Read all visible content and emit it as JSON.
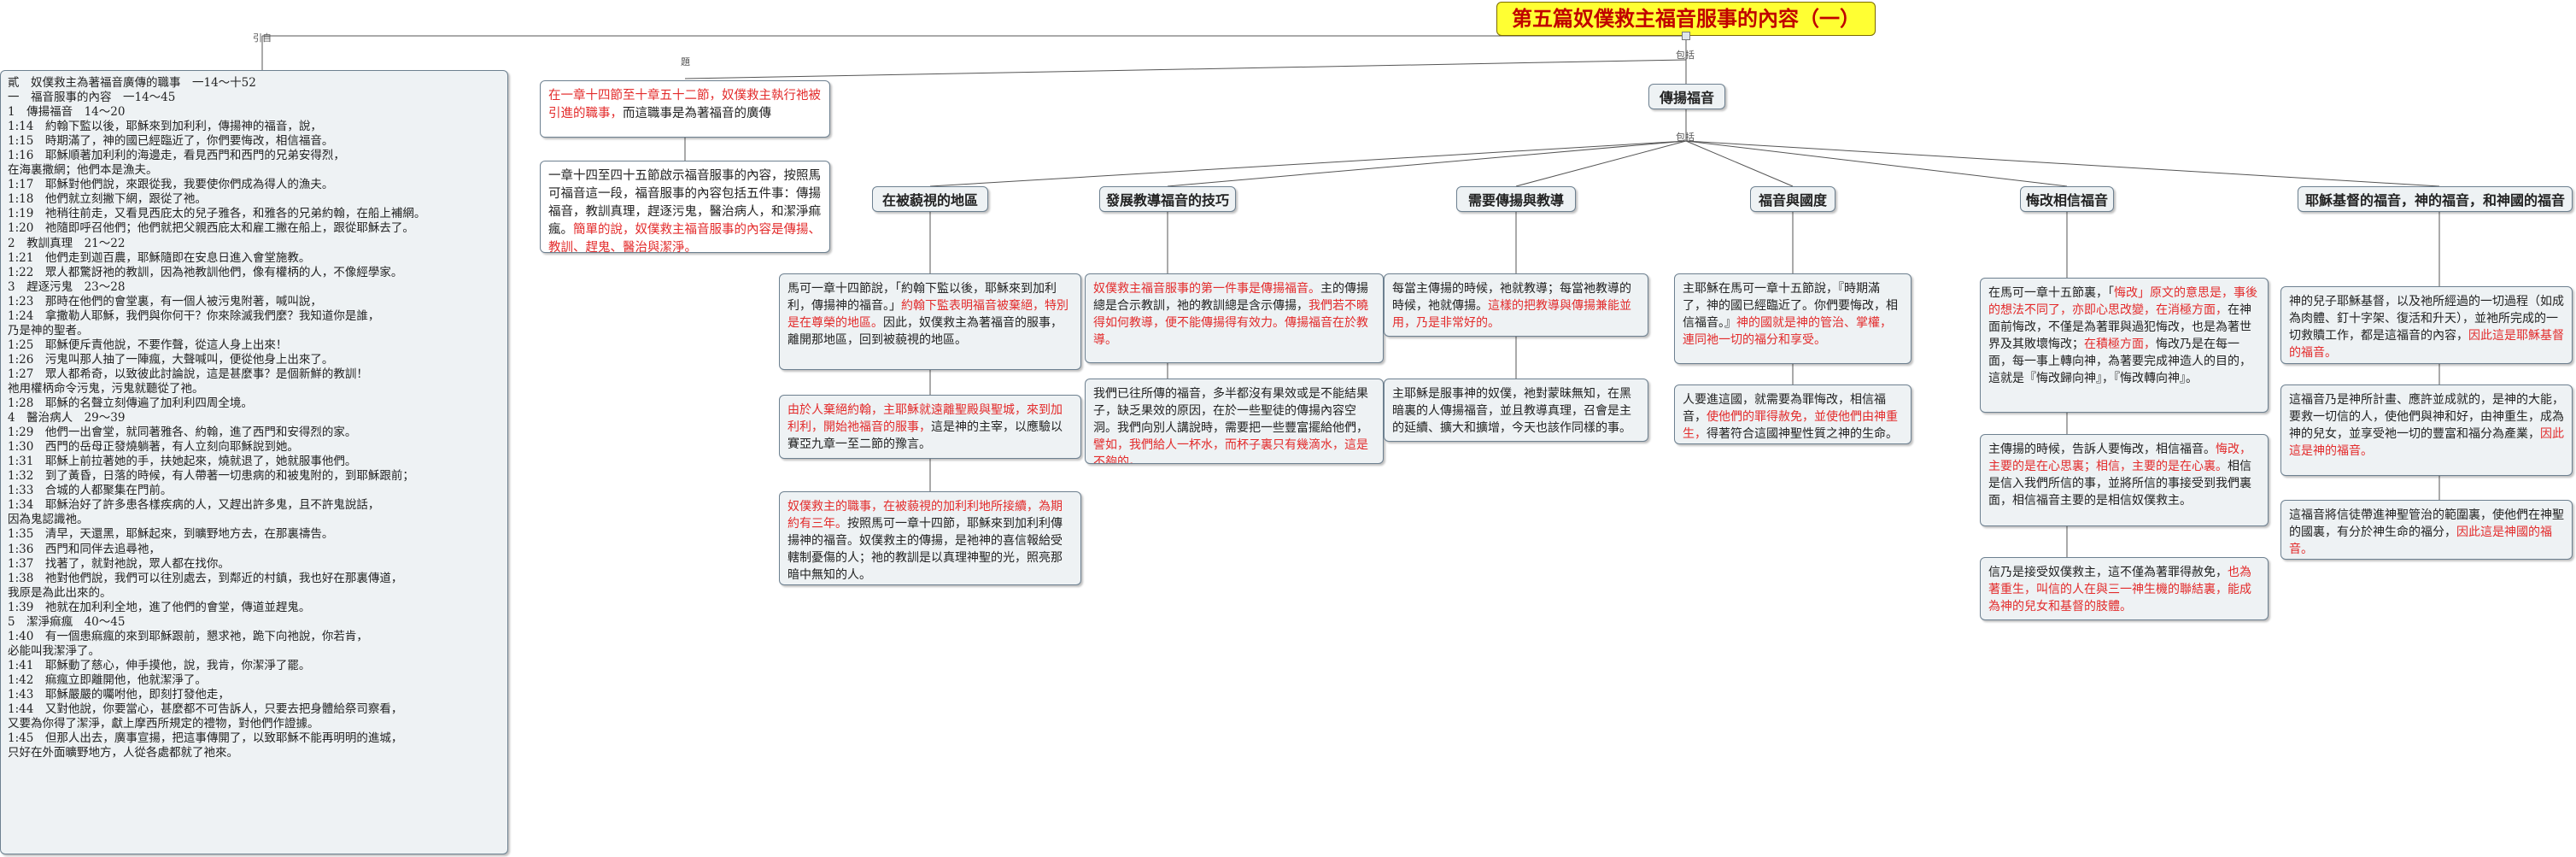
{
  "root": {
    "title": "第五篇奴僕救主福音服事的內容（一）"
  },
  "edge_labels": {
    "quote": "引自",
    "include": "包括",
    "subject": "題"
  },
  "left_list": {
    "text": "貳　奴僕救主為著福音廣傳的職事　一14～十52\n一　福音服事的內容　一14～45\n1　傳揚福音　14～20\n1:14　約翰下監以後，耶穌來到加利利，傳揚神的福音，說，\n1:15　時期滿了，神的國已經臨近了，你們要悔改，相信福音。\n1:16　耶穌順著加利利的海邊走，看見西門和西門的兄弟安得烈，\n在海裏撒網；他們本是漁夫。\n1:17　耶穌對他們說，來跟從我，我要使你們成為得人的漁夫。\n1:18　他們就立刻撇下網，跟從了祂。\n1:19　祂稍往前走，又看見西庇太的兒子雅各，和雅各的兄弟約翰，在船上補網。\n1:20　祂隨即呼召他們；他們就把父親西庇太和雇工撇在船上，跟從耶穌去了。\n2　教訓真理　21～22\n1:21　他們走到迦百農，耶穌隨即在安息日進入會堂施教。\n1:22　眾人都驚訝祂的教訓，因為祂教訓他們，像有權柄的人，不像經學家。\n3　趕逐污鬼　23～28\n1:23　那時在他們的會堂裏，有一個人被污鬼附著，喊叫說，\n1:24　拿撒勒人耶穌，我們與你何干？你來除滅我們麼？我知道你是誰，\n乃是神的聖者。\n1:25　耶穌便斥責他說，不要作聲，從這人身上出來！\n1:26　污鬼叫那人抽了一陣瘋，大聲喊叫，便從他身上出來了。\n1:27　眾人都希奇，以致彼此討論說，這是甚麼事？是個新鮮的教訓！\n祂用權柄命令污鬼，污鬼就聽從了祂。\n1:28　耶穌的名聲立刻傳遍了加利利四周全境。\n4　醫治病人　29～39\n1:29　他們一出會堂，就同著雅各、約翰，進了西門和安得烈的家。\n1:30　西門的岳母正發燒躺著，有人立刻向耶穌說到她。\n1:31　耶穌上前拉著她的手，扶她起來，燒就退了，她就服事他們。\n1:32　到了黃昏，日落的時候，有人帶著一切患病的和被鬼附的，到耶穌跟前；\n1:33　合城的人都聚集在門前。\n1:34　耶穌治好了許多患各樣疾病的人，又趕出許多鬼，且不許鬼說話，\n因為鬼認識祂。\n1:35　清早，天還黑，耶穌起來，到曠野地方去，在那裏禱告。\n1:36　西門和同伴去追尋祂，\n1:37　找著了，就對祂說，眾人都在找你。\n1:38　祂對他們說，我們可以往別處去，到鄰近的村鎮，我也好在那裏傳道，\n我原是為此出來的。\n1:39　祂就在加利利全地，進了他們的會堂，傳道並趕鬼。\n5　潔淨痲瘋　40～45\n1:40　有一個患痲瘋的來到耶穌跟前，懇求祂，跪下向祂說，你若肯，\n必能叫我潔淨了。\n1:41　耶穌動了慈心，伸手摸他，說，我肯，你潔淨了罷。\n1:42　痲瘋立即離開他，他就潔淨了。\n1:43　耶穌嚴嚴的囑咐他，即刻打發他走，\n1:44　又對他說，你要當心，甚麼都不可告訴人，只要去把身體給祭司察看，\n又要為你得了潔淨，獻上摩西所規定的禮物，對他們作證據。\n1:45　但那人出去，廣事宣揚，把這事傳開了，以致耶穌不能再明明的進城，\n只好在外面曠野地方，人從各處都就了祂來。"
  },
  "intro": {
    "red": "在一章十四節至十章五十二節，奴僕救主執行祂被引進的職事，",
    "black": "而這職事是為著福音的廣傳"
  },
  "bottom_summary": {
    "text": "一章十四至四十五節啟示福音服事的內容，按照馬可福音這一段，福音服事的內容包括五件事：傳揚福音，教訓真理，趕逐污鬼，醫治病人，和潔淨痲瘋。",
    "red": "簡單的說，奴僕救主福音服事的內容是傳揚、教訓、趕鬼、醫治與潔淨。"
  },
  "preach": {
    "label": "傳揚福音"
  },
  "cols": [
    {
      "head": "在被藐視的地區",
      "notes": [
        {
          "segs": [
            {
              "t": "馬可一章十四節說，「約翰下監以後，耶穌來到加利利，傳揚神的福音。」",
              "r": false
            },
            {
              "t": "約翰下監表明福音被棄絕，特別是在尊榮的地區。",
              "r": true
            },
            {
              "t": "因此，奴僕救主為著福音的服事，離開那地區，回到被藐視的地區。",
              "r": false
            }
          ]
        },
        {
          "segs": [
            {
              "t": "由於人棄絕約翰，主耶穌就遠離聖殿與聖城，來到加利利，開始祂福音的服事，",
              "r": true
            },
            {
              "t": "這是神的主宰，以應驗以賽亞九章一至二節的豫言。",
              "r": false
            }
          ]
        },
        {
          "segs": [
            {
              "t": "奴僕救主的職事，在被藐視的加利利地所接續，為期約有三年。",
              "r": true
            },
            {
              "t": "按照馬可一章十四節，耶穌來到加利利傳揚神的福音。奴僕救主的傳揚，是祂神的喜信報給受轄制憂傷的人；祂的教訓是以真理神聖的光，照亮那暗中無知的人。",
              "r": false
            }
          ]
        }
      ]
    },
    {
      "head": "發展教導福音的技巧",
      "notes": [
        {
          "segs": [
            {
              "t": "奴僕救主福音服事的第一件事是傳揚福音。",
              "r": true
            },
            {
              "t": "主的傳揚總是合示教訓，祂的教訓總是含示傳揚，",
              "r": false
            },
            {
              "t": "我們若不曉得如何教導，便不能傳揚得有效力。傳揚福音在於教導。",
              "r": true
            }
          ]
        },
        {
          "segs": [
            {
              "t": "我們已往所傳的福音，多半都沒有果效或是不能結果子，缺乏果效的原因，在於一些聖徒的傳揚內容空洞。我們向別人講說時，需要把一些豐富擺給他們，",
              "r": false
            },
            {
              "t": "譬如，我們給人一杯水，而杯子裏只有幾滴水，這是不夠的。",
              "r": true
            }
          ]
        }
      ]
    },
    {
      "head": "需要傳揚與教導",
      "notes": [
        {
          "segs": [
            {
              "t": "每當主傳揚的時候，祂就教導；每當祂教導的時候，祂就傳揚。",
              "r": false
            },
            {
              "t": "這樣的把教導與傳揚兼能並用，乃是非常好的。",
              "r": true
            }
          ]
        },
        {
          "segs": [
            {
              "t": "主耶穌是服事神的奴僕，祂對蒙昧無知，在黑暗裏的人傳揚福音，並且教導真理，召會是主的延續、擴大和擴增，今天也該作同樣的事。",
              "r": false
            }
          ]
        }
      ]
    },
    {
      "head": "福音與國度",
      "notes": [
        {
          "segs": [
            {
              "t": "主耶穌在馬可一章十五節說，『時期滿了，神的國已經臨近了。你們要悔改，相信福音。』",
              "r": false
            },
            {
              "t": "神的國就是神的管治、掌權，連同祂一切的福分和享受。",
              "r": true
            }
          ]
        },
        {
          "segs": [
            {
              "t": "人要進這國，就需要為罪悔改，相信福音，",
              "r": false
            },
            {
              "t": "使他們的罪得赦免，並使他們由神重生，",
              "r": true
            },
            {
              "t": "得著符合這國神聖性質之神的生命。",
              "r": false
            }
          ]
        }
      ]
    },
    {
      "head": "悔改相信福音",
      "notes": [
        {
          "segs": [
            {
              "t": "在馬可一章十五節裏，「",
              "r": false
            },
            {
              "t": "悔改」原文的意思是，事後的想法不同了，亦即心思改變，在消極方面，",
              "r": true
            },
            {
              "t": "在神面前悔改，不僅是為著罪與過犯悔改，也是為著世界及其敗壞悔改；",
              "r": false
            },
            {
              "t": "在積極方面，",
              "r": true
            },
            {
              "t": "悔改乃是在每一面，每一事上轉向神，為著要完成神造人的目的，這就是『悔改歸向神』，『悔改轉向神』。",
              "r": false
            }
          ]
        },
        {
          "segs": [
            {
              "t": "主傳揚的時候，告訴人要悔改，相信福音。",
              "r": false
            },
            {
              "t": "悔改，主要的是在心思裏；相信，主要的是在心裏。",
              "r": true
            },
            {
              "t": "相信是信入我們所信的事，並將所信的事接受到我們裏面，相信福音主要的是相信奴僕救主。",
              "r": false
            }
          ]
        },
        {
          "segs": [
            {
              "t": "信乃是接受奴僕救主，這不僅為著罪得赦免，",
              "r": false
            },
            {
              "t": "也為著重生，叫信的人在與三一神生機的聯結裏，能成為神的兒女和基督的肢體。",
              "r": true
            }
          ]
        }
      ]
    },
    {
      "head": "耶穌基督的福音，神的福音，和神國的福音",
      "notes": [
        {
          "segs": [
            {
              "t": "神的兒子耶穌基督，以及祂所經過的一切過程（如成為肉體、釘十字架、復活和升天），並祂所完成的一切救贖工作，都是這福音的內容，",
              "r": false
            },
            {
              "t": "因此這是耶穌基督的福音。",
              "r": true
            }
          ]
        },
        {
          "segs": [
            {
              "t": "這福音乃是神所計畫、應許並成就的，是神的大能，要救一切信的人，使他們與神和好，由神重生，成為神的兒女，並享受祂一切的豐富和福分為產業，",
              "r": false
            },
            {
              "t": "因此這是神的福音。",
              "r": true
            }
          ]
        },
        {
          "segs": [
            {
              "t": "這福音將信徒帶進神聖管治的範圍裏，使他們在神聖的國裏，有分於神生命的福分，",
              "r": false
            },
            {
              "t": "因此這是神國的福音。",
              "r": true
            }
          ]
        }
      ]
    }
  ]
}
